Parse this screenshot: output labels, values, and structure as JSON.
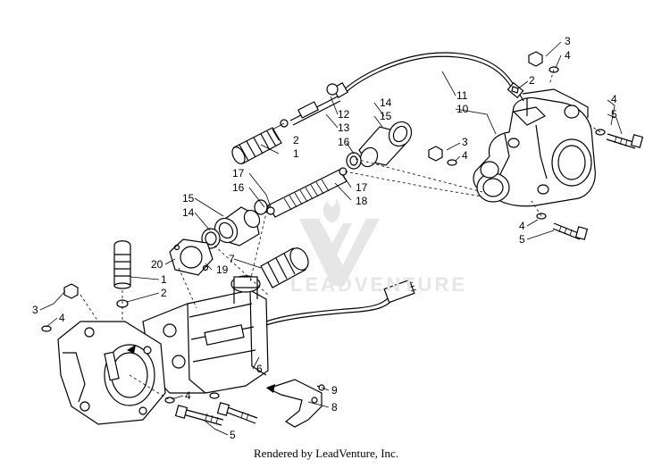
{
  "footer": {
    "text": "Rendered by LeadVenture, Inc."
  },
  "watermark": {
    "text": "LEADVENTURE"
  },
  "callouts": [
    {
      "id": "c3-top-right",
      "text": "3"
    },
    {
      "id": "c4-top-right",
      "text": "4"
    },
    {
      "id": "c2-cable-end",
      "text": "2"
    },
    {
      "id": "c11",
      "text": "11"
    },
    {
      "id": "c10",
      "text": "10"
    },
    {
      "id": "c4-right",
      "text": "4"
    },
    {
      "id": "c5-right",
      "text": "5"
    },
    {
      "id": "c14-top",
      "text": "14"
    },
    {
      "id": "c15-top",
      "text": "15"
    },
    {
      "id": "c12",
      "text": "12"
    },
    {
      "id": "c13",
      "text": "13"
    },
    {
      "id": "c2-boot-top",
      "text": "2"
    },
    {
      "id": "c1-boot-top",
      "text": "1"
    },
    {
      "id": "c16-top",
      "text": "16"
    },
    {
      "id": "c3-mid",
      "text": "3"
    },
    {
      "id": "c4-mid",
      "text": "4"
    },
    {
      "id": "c17-left",
      "text": "17"
    },
    {
      "id": "c16-left",
      "text": "16"
    },
    {
      "id": "c17-right",
      "text": "17"
    },
    {
      "id": "c18",
      "text": "18"
    },
    {
      "id": "c15-left",
      "text": "15"
    },
    {
      "id": "c14-left",
      "text": "14"
    },
    {
      "id": "c4-lower-right",
      "text": "4"
    },
    {
      "id": "c5-lower-right",
      "text": "5"
    },
    {
      "id": "c7",
      "text": "7"
    },
    {
      "id": "c20",
      "text": "20"
    },
    {
      "id": "c19",
      "text": "19"
    },
    {
      "id": "c1-boot-left",
      "text": "1"
    },
    {
      "id": "c2-boot-left",
      "text": "2"
    },
    {
      "id": "c3-left",
      "text": "3"
    },
    {
      "id": "c4-left",
      "text": "4"
    },
    {
      "id": "c6",
      "text": "6"
    },
    {
      "id": "c9",
      "text": "9"
    },
    {
      "id": "c8",
      "text": "8"
    },
    {
      "id": "c4-bottom",
      "text": "4"
    },
    {
      "id": "c5-bottom",
      "text": "5"
    }
  ]
}
